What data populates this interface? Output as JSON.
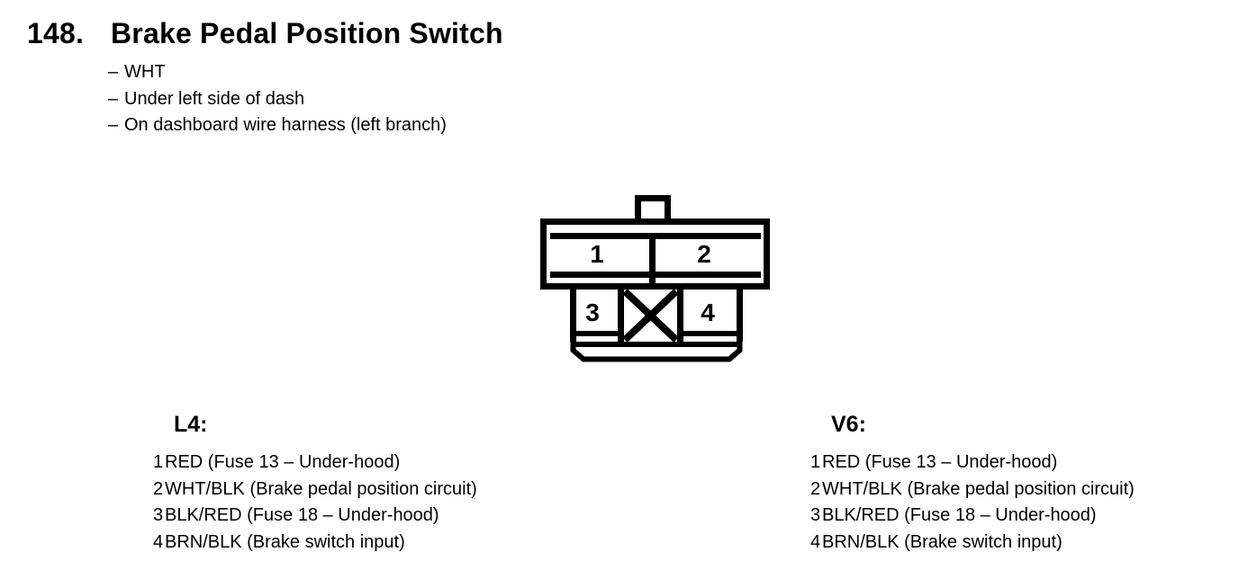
{
  "page": {
    "number": "148.",
    "title": "Brake Pedal Position Switch",
    "bullet_marker": "–",
    "bullets": [
      "WHT",
      "Under left side of dash",
      "On dashboard wire harness (left branch)"
    ]
  },
  "connector": {
    "pins": [
      "1",
      "2",
      "3",
      "4"
    ]
  },
  "pinouts": [
    {
      "heading": "L4:",
      "rows": [
        {
          "pin": "1",
          "desc": "RED (Fuse 13 – Under-hood)"
        },
        {
          "pin": "2",
          "desc": "WHT/BLK (Brake pedal position circuit)"
        },
        {
          "pin": "3",
          "desc": "BLK/RED (Fuse 18 – Under-hood)"
        },
        {
          "pin": "4",
          "desc": "BRN/BLK (Brake switch input)"
        }
      ]
    },
    {
      "heading": "V6:",
      "rows": [
        {
          "pin": "1",
          "desc": "RED (Fuse 13 – Under-hood)"
        },
        {
          "pin": "2",
          "desc": "WHT/BLK (Brake pedal position circuit)"
        },
        {
          "pin": "3",
          "desc": "BLK/RED (Fuse 18 – Under-hood)"
        },
        {
          "pin": "4",
          "desc": "BRN/BLK (Brake switch input)"
        }
      ]
    }
  ],
  "colors": {
    "ink": "#000000",
    "paper": "#ffffff"
  }
}
